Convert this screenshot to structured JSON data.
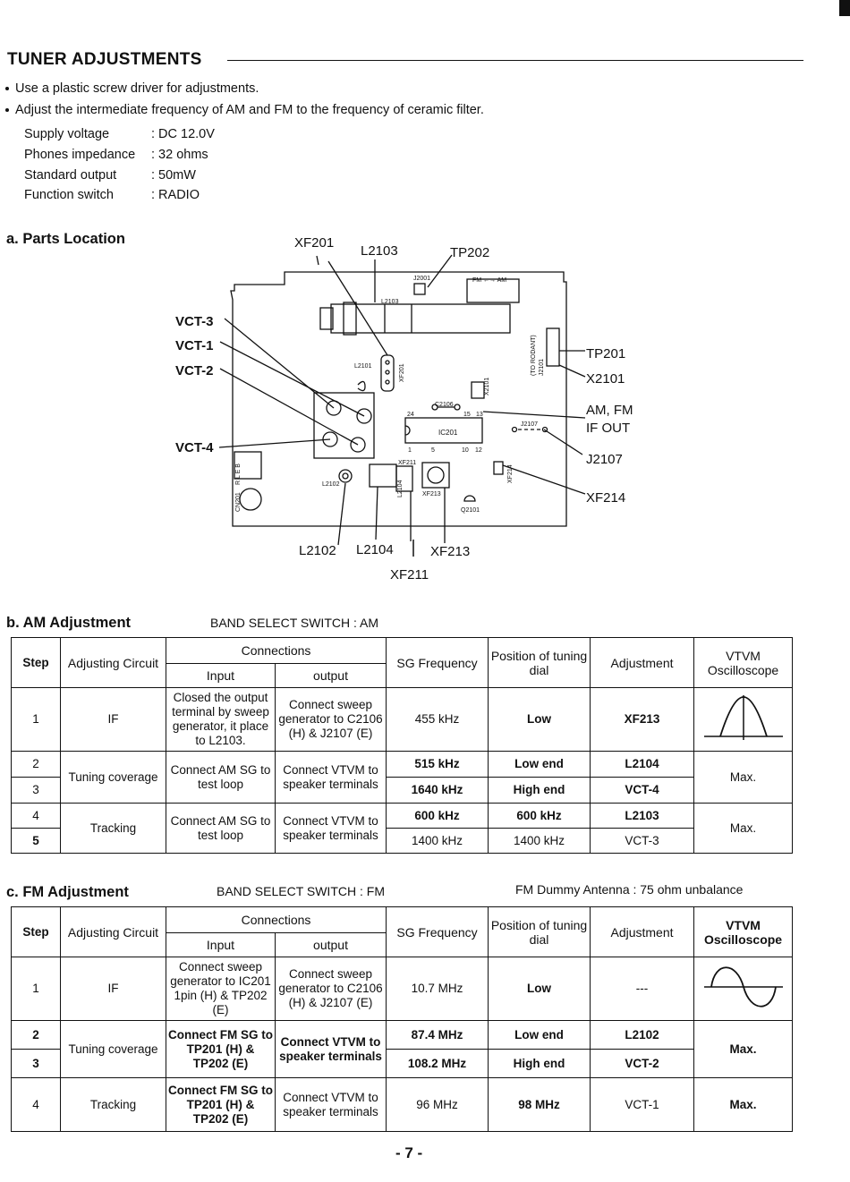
{
  "heading": "TUNER ADJUSTMENTS",
  "bullets": [
    "Use a plastic screw driver for adjustments.",
    "Adjust the intermediate frequency of AM and FM to the frequency of ceramic filter."
  ],
  "specs": [
    {
      "key": "Supply voltage",
      "value": ": DC 12.0V"
    },
    {
      "key": "Phones impedance",
      "value": ": 32 ohms"
    },
    {
      "key": "Standard output",
      "value": ": 50mW"
    },
    {
      "key": "Function switch",
      "value": ": RADIO"
    }
  ],
  "parts_location": {
    "title": "a. Parts Location",
    "labels": {
      "xf201": "XF201",
      "l2103": "L2103",
      "tp202": "TP202",
      "vct3": "VCT-3",
      "vct1": "VCT-1",
      "vct2": "VCT-2",
      "vct4": "VCT-4",
      "tp201": "TP201",
      "x2101": "X2101",
      "amfm": "AM, FM",
      "ifout": "IF OUT",
      "j2107": "J2107",
      "xf214": "XF214",
      "l2102": "L2102",
      "l2104": "L2104",
      "xf213": "XF213",
      "xf211": "XF211"
    },
    "board_text": {
      "j2001": "J2001",
      "fm_am": "FM ←→ AM",
      "l2103": "L2103",
      "l2101": "L2101",
      "xf201": "XF201",
      "x2101": "X2101",
      "to_rodant": "(TO RODANT)",
      "j2101": "J2101",
      "c2106": "C2106",
      "ic201": "IC201",
      "pin24": "24",
      "pin15": "15",
      "pin13": "13",
      "pin1": "1",
      "pin5": "5",
      "pin10": "10",
      "pin12": "12",
      "j2107": "J2107",
      "xf211": "XF211",
      "l2102": "L2102",
      "l2104": "L2104",
      "xf213": "XF213",
      "q2101": "Q2101",
      "xf214": "XF214",
      "cn201": "CN201",
      "rleb": "R L E B"
    }
  },
  "am": {
    "title": "b. AM Adjustment",
    "band": "BAND SELECT SWITCH : AM",
    "headers": {
      "step": "Step",
      "circuit": "Adjusting Circuit",
      "connections": "Connections",
      "input": "Input",
      "output": "output",
      "sg": "SG Frequency",
      "position": "Position of tuning dial",
      "adjustment": "Adjustment",
      "vtvm": "VTVM Oscilloscope"
    },
    "rows": [
      {
        "step": "1",
        "circuit": "IF",
        "input": "Closed the output terminal by sweep generator, it place to L2103.",
        "output": "Connect sweep generator to C2106 (H) & J2107 (E)",
        "sg": "455 kHz",
        "dial": "Low",
        "adj": "XF213",
        "vtvm": ""
      },
      {
        "step": "2",
        "circuit": "Tuning coverage",
        "input": "Connect AM SG to test loop",
        "output": "Connect VTVM to speaker terminals",
        "sg": "515 kHz",
        "dial": "Low end",
        "adj": "L2104",
        "vtvm": "Max."
      },
      {
        "step": "3",
        "sg": "1640 kHz",
        "dial": "High end",
        "adj": "VCT-4"
      },
      {
        "step": "4",
        "circuit": "Tracking",
        "input": "Connect AM SG to test loop",
        "output": "Connect VTVM to speaker terminals",
        "sg": "600 kHz",
        "dial": "600 kHz",
        "adj": "L2103",
        "vtvm": "Max."
      },
      {
        "step": "5",
        "sg": "1400 kHz",
        "dial": "1400 kHz",
        "adj": "VCT-3"
      }
    ]
  },
  "fm": {
    "title": "c. FM Adjustment",
    "band": "BAND SELECT SWITCH : FM",
    "dummy": "FM Dummy Antenna : 75 ohm unbalance",
    "headers": {
      "step": "Step",
      "circuit": "Adjusting Circuit",
      "connections": "Connections",
      "input": "Input",
      "output": "output",
      "sg": "SG Frequency",
      "position": "Position of tuning dial",
      "adjustment": "Adjustment",
      "vtvm": "VTVM Oscilloscope"
    },
    "rows": [
      {
        "step": "1",
        "circuit": "IF",
        "input": "Connect sweep generator to IC201 1pin (H) & TP202 (E)",
        "output": "Connect sweep generator to C2106 (H) & J2107 (E)",
        "sg": "10.7 MHz",
        "dial": "Low",
        "adj": "---",
        "vtvm": ""
      },
      {
        "step": "2",
        "circuit": "Tuning coverage",
        "input": "Connect FM SG to TP201 (H) & TP202 (E)",
        "output": "Connect VTVM to speaker terminals",
        "sg": "87.4 MHz",
        "dial": "Low end",
        "adj": "L2102",
        "vtvm": "Max."
      },
      {
        "step": "3",
        "sg": "108.2 MHz",
        "dial": "High end",
        "adj": "VCT-2"
      },
      {
        "step": "4",
        "circuit": "Tracking",
        "input": "Connect FM SG to TP201 (H) & TP202 (E)",
        "output": "Connect VTVM to speaker terminals",
        "sg": "96 MHz",
        "dial": "98 MHz",
        "adj": "VCT-1",
        "vtvm": "Max."
      }
    ]
  },
  "page_number": "- 7 -"
}
